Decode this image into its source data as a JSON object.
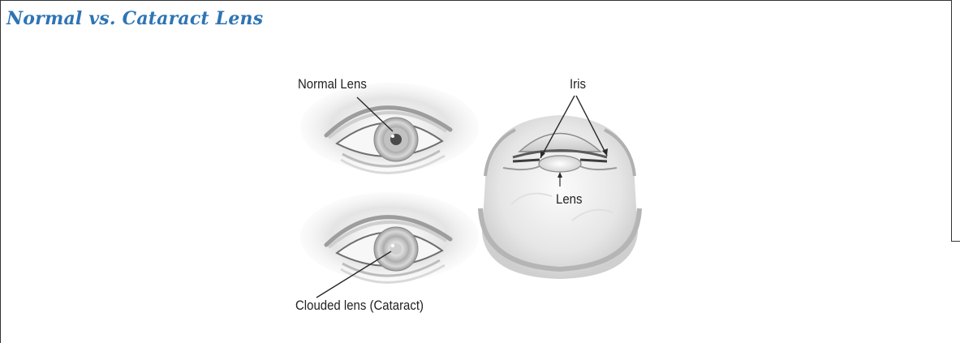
{
  "title": "Normal vs. Cataract Lens",
  "labels": {
    "normal_lens": "Normal Lens",
    "clouded_lens": "Clouded lens (Cataract)",
    "iris": "Iris",
    "lens": "Lens"
  },
  "colors": {
    "title": "#2E74B5",
    "frame": "#333333",
    "label_text": "#222222"
  }
}
